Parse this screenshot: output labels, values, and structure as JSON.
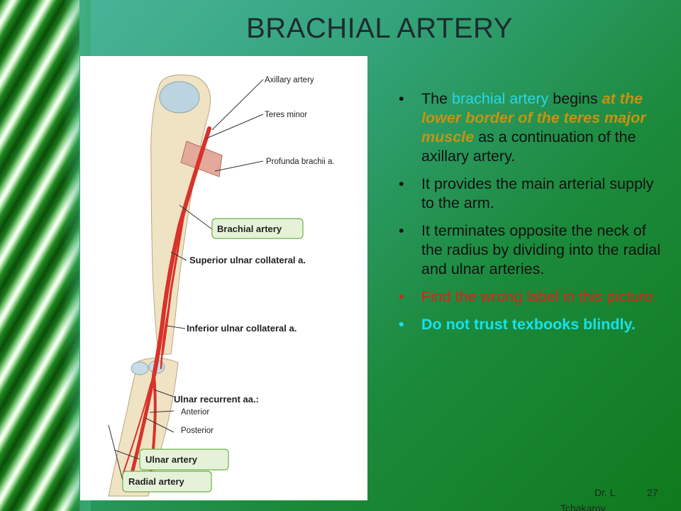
{
  "slide": {
    "title": "BRACHIAL ARTERY",
    "bullets": [
      {
        "parts": [
          "The ",
          "brachial artery",
          " begins ",
          "at the lower border of the teres major muscle",
          " as a continuation of the axillary artery."
        ]
      },
      {
        "text": "It provides the main arterial supply to the arm."
      },
      {
        "text": "It terminates opposite the neck of the radius by dividing into the radial and ulnar arteries."
      },
      {
        "text": "Find the wrong label in this picture."
      },
      {
        "text": "Do not trust texbooks blindly."
      }
    ],
    "bullet_char": "•",
    "footer": {
      "author_line1": "Dr. L",
      "author_line2": "Tchakarov",
      "page": "27"
    }
  },
  "figure_labels": {
    "axillary": "Axillary artery",
    "teres_minor": "Teres minor",
    "profunda": "Profunda brachii a.",
    "brachial": "Brachial artery",
    "superior": "Superior ulnar collateral a.",
    "inferior": "Inferior ulnar collateral a.",
    "ulnar_recurrent": "Ulnar recurrent aa.:",
    "anterior": "Anterior",
    "posterior": "Posterior",
    "ulnar": "Ulnar artery",
    "radial": "Radial artery"
  },
  "colors": {
    "artery": "#d8322a",
    "bone": "#efe3c4",
    "muscle": "#e3a99a",
    "label_box": "#e6f2d8",
    "label_border": "#6cb04a"
  }
}
